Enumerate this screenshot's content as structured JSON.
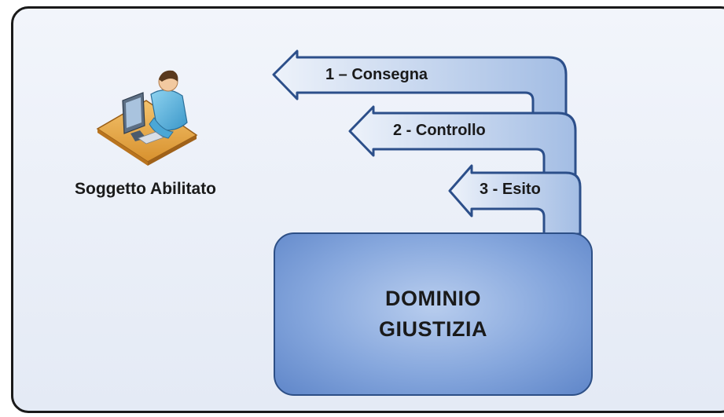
{
  "actor": {
    "label": "Soggetto Abilitato",
    "icon": "user-at-computer-icon"
  },
  "arrows": [
    {
      "label": "1 –  Consegna"
    },
    {
      "label": "2 - Controllo"
    },
    {
      "label": "3 - Esito"
    }
  ],
  "domain": {
    "line1": "DOMINIO",
    "line2": "GIUSTIZIA"
  },
  "colors": {
    "arrow_fill_light": "#edf2fa",
    "arrow_fill_dark": "#a3bde4",
    "arrow_stroke": "#2c4f8a",
    "box_fill": "#86a7dd",
    "panel_border": "#1a1a1a"
  }
}
